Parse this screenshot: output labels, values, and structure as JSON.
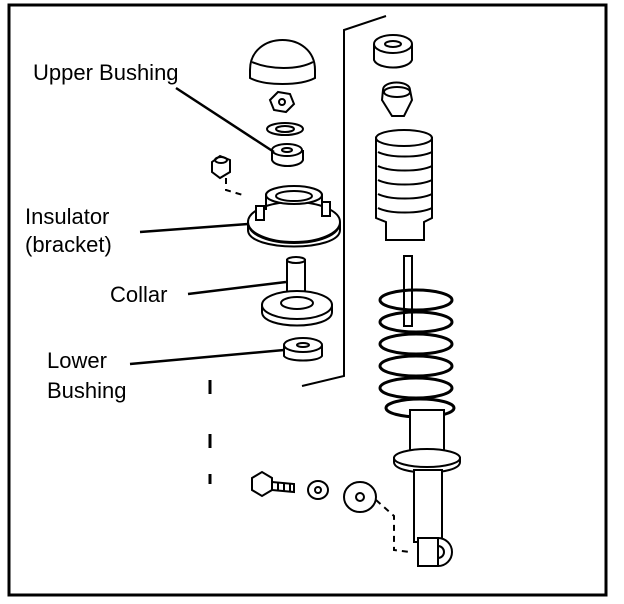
{
  "labels": {
    "upper_bushing": "Upper Bushing",
    "insulator_line1": "Insulator",
    "insulator_line2": "(bracket)",
    "collar": "Collar",
    "lower_bushing_line1": "Lower",
    "lower_bushing_line2": "Bushing"
  },
  "colors": {
    "ink": "#000000",
    "paper": "#ffffff"
  }
}
